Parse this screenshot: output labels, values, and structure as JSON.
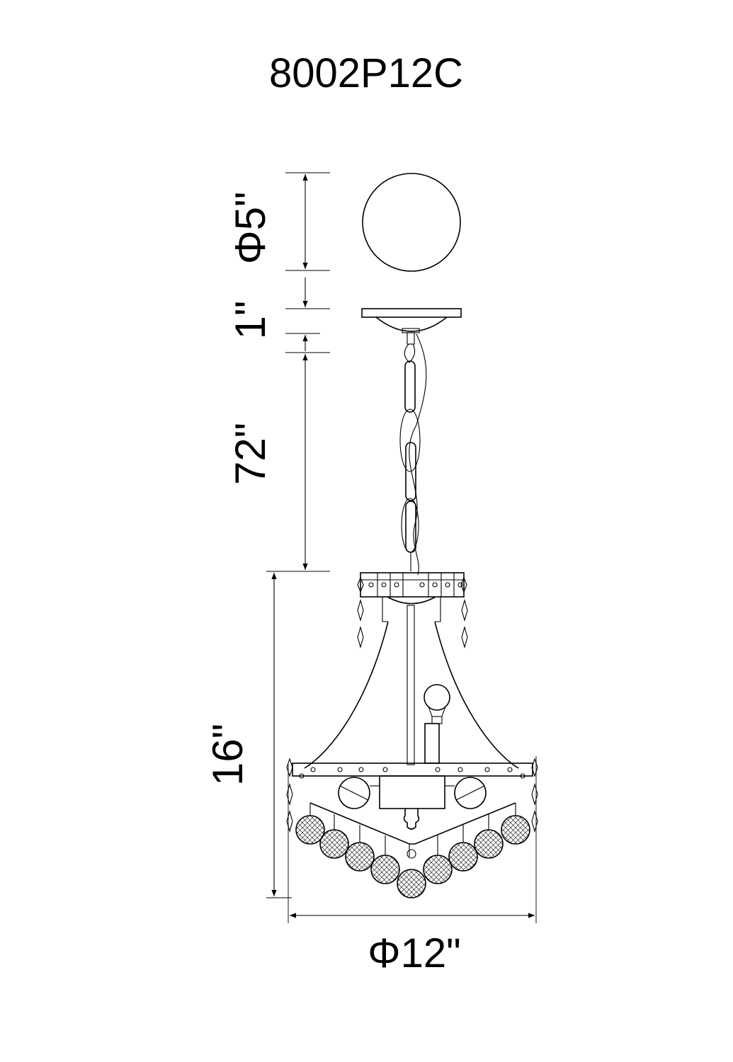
{
  "model": "8002P12C",
  "dimensions": {
    "canopy_diameter": "Φ5\"",
    "canopy_height": "1\"",
    "chain_length": "72\"",
    "fixture_height": "16\"",
    "fixture_diameter": "Φ12\""
  },
  "colors": {
    "line": "#000000",
    "background": "#ffffff"
  }
}
